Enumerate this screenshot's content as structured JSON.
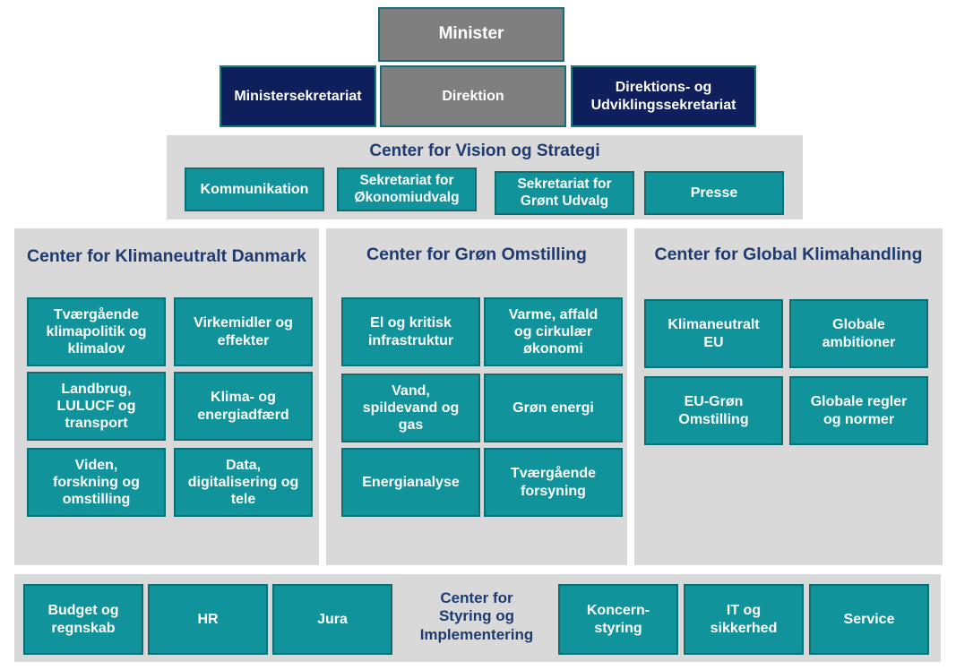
{
  "top": {
    "minister": "Minister",
    "ministersekretariat": "Ministersekretariat",
    "direktion": "Direktion",
    "direktionssekretariat": "Direktions- og\nUdviklingssekretariat"
  },
  "vision": {
    "title": "Center for Vision og Strategi",
    "units": [
      "Kommunikation",
      "Sekretariat for\nØkonomiudvalg",
      "Sekretariat for\nGrønt Udvalg",
      "Presse"
    ]
  },
  "klimaneutralt": {
    "title": "Center for Klimaneutralt Danmark",
    "units": [
      "Tværgående\nklimapolitik og\nklimalov",
      "Virkemidler og\neffekter",
      "Landbrug,\nLULUCF og\ntransport",
      "Klima- og\nenergiadfærd",
      "Viden,\nforskning og\nomstilling",
      "Data,\ndigitalisering og\ntele"
    ]
  },
  "groen": {
    "title": "Center for Grøn Omstilling",
    "units": [
      "El og kritisk\ninfrastruktur",
      "Varme, affald\nog cirkulær\nøkonomi",
      "Vand,\nspildevand og\ngas",
      "Grøn energi",
      "Energianalyse",
      "Tværgående\nforsyning"
    ]
  },
  "global": {
    "title": "Center for Global Klimahandling",
    "units": [
      "Klimaneutralt\nEU",
      "Globale\nambitioner",
      "EU-Grøn\nOmstilling",
      "Globale regler\nog normer"
    ]
  },
  "styring": {
    "title": "Center for\nStyring og\nImplementering",
    "units": [
      "Budget og\nregnskab",
      "HR",
      "Jura",
      "Koncern-\nstyring",
      "IT og\nsikkerhed",
      "Service"
    ]
  },
  "colors": {
    "teal": "#11939b",
    "navy": "#0e1f5b",
    "grey": "#7f7f7f",
    "panel": "#d9d9d9",
    "title_text": "#1f3b6f"
  }
}
